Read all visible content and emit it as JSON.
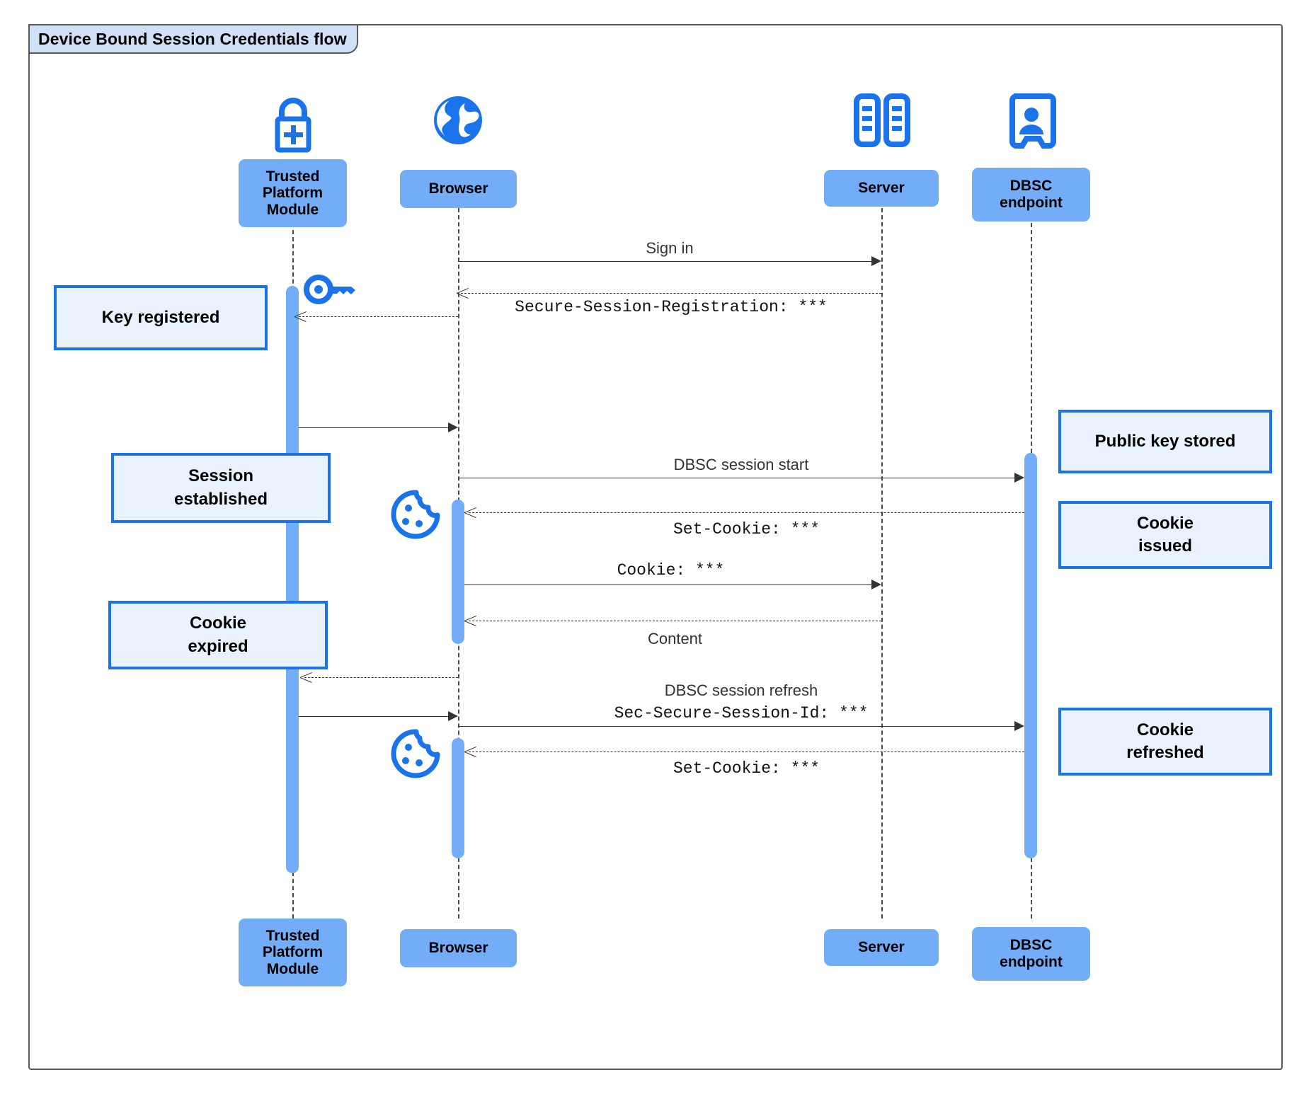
{
  "diagram": {
    "title": "Device Bound Session Credentials flow",
    "type": "sequence",
    "colors": {
      "participant_fill": "#74adf7",
      "note_fill": "#eaf2fd",
      "note_border": "#1a73e8",
      "icon_blue": "#1a73e8",
      "frame_border": "#5a5a5a",
      "frame_label_fill": "#cfe0f7",
      "lifeline": "#4a4a4a"
    }
  },
  "participants": [
    {
      "id": "tpm",
      "label": "Trusted\nPlatform\nModule",
      "icon": "lock-plus-icon"
    },
    {
      "id": "browser",
      "label": "Browser",
      "icon": "globe-icon"
    },
    {
      "id": "server",
      "label": "Server",
      "icon": "server-racks-icon"
    },
    {
      "id": "dbsc",
      "label": "DBSC\nendpoint",
      "icon": "id-badge-icon"
    }
  ],
  "participants_top": [
    {
      "label_line1": "Trusted",
      "label_line2": "Platform",
      "label_line3": "Module"
    },
    {
      "label_line1": "Browser"
    },
    {
      "label_line1": "Server"
    },
    {
      "label_line1": "DBSC",
      "label_line2": "endpoint"
    }
  ],
  "participants_bottom": [
    {
      "label_line1": "Trusted",
      "label_line2": "Platform",
      "label_line3": "Module"
    },
    {
      "label_line1": "Browser"
    },
    {
      "label_line1": "Server"
    },
    {
      "label_line1": "DBSC",
      "label_line2": "endpoint"
    }
  ],
  "messages": [
    {
      "id": "m1",
      "from": "browser",
      "to": "server",
      "label": "Sign in",
      "style": "solid",
      "mono": false
    },
    {
      "id": "m2",
      "from": "server",
      "to": "browser",
      "label": "Secure-Session-Registration: ***",
      "style": "dashed",
      "mono": true
    },
    {
      "id": "m3",
      "from": "browser",
      "to": "tpm",
      "label": "",
      "style": "dashed",
      "mono": false
    },
    {
      "id": "m4",
      "from": "tpm",
      "to": "browser",
      "label": "",
      "style": "solid",
      "mono": false
    },
    {
      "id": "m5",
      "from": "browser",
      "to": "dbsc",
      "label": "DBSC session start",
      "style": "solid",
      "mono": false
    },
    {
      "id": "m6",
      "from": "dbsc",
      "to": "browser",
      "label": "Set-Cookie: ***",
      "style": "dashed",
      "mono": true
    },
    {
      "id": "m7",
      "from": "browser",
      "to": "server",
      "label": "Cookie: ***",
      "style": "solid",
      "mono": true
    },
    {
      "id": "m8",
      "from": "server",
      "to": "browser",
      "label": "Content",
      "style": "dashed",
      "mono": false
    },
    {
      "id": "m9",
      "from": "browser",
      "to": "tpm",
      "label": "",
      "style": "dashed",
      "mono": false
    },
    {
      "id": "m10",
      "from": "tpm",
      "to": "browser",
      "label": "",
      "style": "solid",
      "mono": false
    },
    {
      "id": "m11",
      "from": "browser",
      "to": "dbsc",
      "label_line1": "DBSC session refresh",
      "label_line2": "Sec-Secure-Session-Id: ***",
      "style": "solid",
      "mono": false
    },
    {
      "id": "m12",
      "from": "dbsc",
      "to": "browser",
      "label": "Set-Cookie: ***",
      "style": "dashed",
      "mono": true
    }
  ],
  "notes": [
    {
      "id": "n1",
      "text": "Key registered",
      "side": "left",
      "attached_to": "tpm"
    },
    {
      "id": "n2",
      "text_line1": "Session",
      "text_line2": "established",
      "side": "left",
      "attached_to": "tpm"
    },
    {
      "id": "n3",
      "text_line1": "Cookie",
      "text_line2": "expired",
      "side": "left",
      "attached_to": "tpm"
    },
    {
      "id": "n4",
      "text": "Public key stored",
      "side": "right",
      "attached_to": "dbsc"
    },
    {
      "id": "n5",
      "text_line1": "Cookie",
      "text_line2": "issued",
      "side": "right",
      "attached_to": "dbsc"
    },
    {
      "id": "n6",
      "text_line1": "Cookie",
      "text_line2": "refreshed",
      "side": "right",
      "attached_to": "dbsc"
    }
  ],
  "inline_icons": [
    {
      "id": "key1",
      "name": "key-icon",
      "near": "tpm"
    },
    {
      "id": "cookie1",
      "name": "cookie-icon",
      "near": "browser"
    },
    {
      "id": "cookie2",
      "name": "cookie-icon",
      "near": "browser"
    }
  ],
  "labels": {
    "sign_in": "Sign in",
    "secure_session_registration": "Secure-Session-Registration: ***",
    "dbsc_session_start": "DBSC session start",
    "set_cookie_1": "Set-Cookie: ***",
    "cookie_req": "Cookie: ***",
    "content": "Content",
    "dbsc_session_refresh": "DBSC session refresh",
    "sec_secure_session_id": "Sec-Secure-Session-Id: ***",
    "set_cookie_2": "Set-Cookie: ***",
    "note_key_registered": "Key registered",
    "note_session_l1": "Session",
    "note_session_l2": "established",
    "note_cookie_exp_l1": "Cookie",
    "note_cookie_exp_l2": "expired",
    "note_public_key": "Public key stored",
    "note_cookie_issued_l1": "Cookie",
    "note_cookie_issued_l2": "issued",
    "note_cookie_refreshed_l1": "Cookie",
    "note_cookie_refreshed_l2": "refreshed",
    "p_tpm_l1": "Trusted",
    "p_tpm_l2": "Platform",
    "p_tpm_l3": "Module",
    "p_browser": "Browser",
    "p_server": "Server",
    "p_dbsc_l1": "DBSC",
    "p_dbsc_l2": "endpoint"
  }
}
